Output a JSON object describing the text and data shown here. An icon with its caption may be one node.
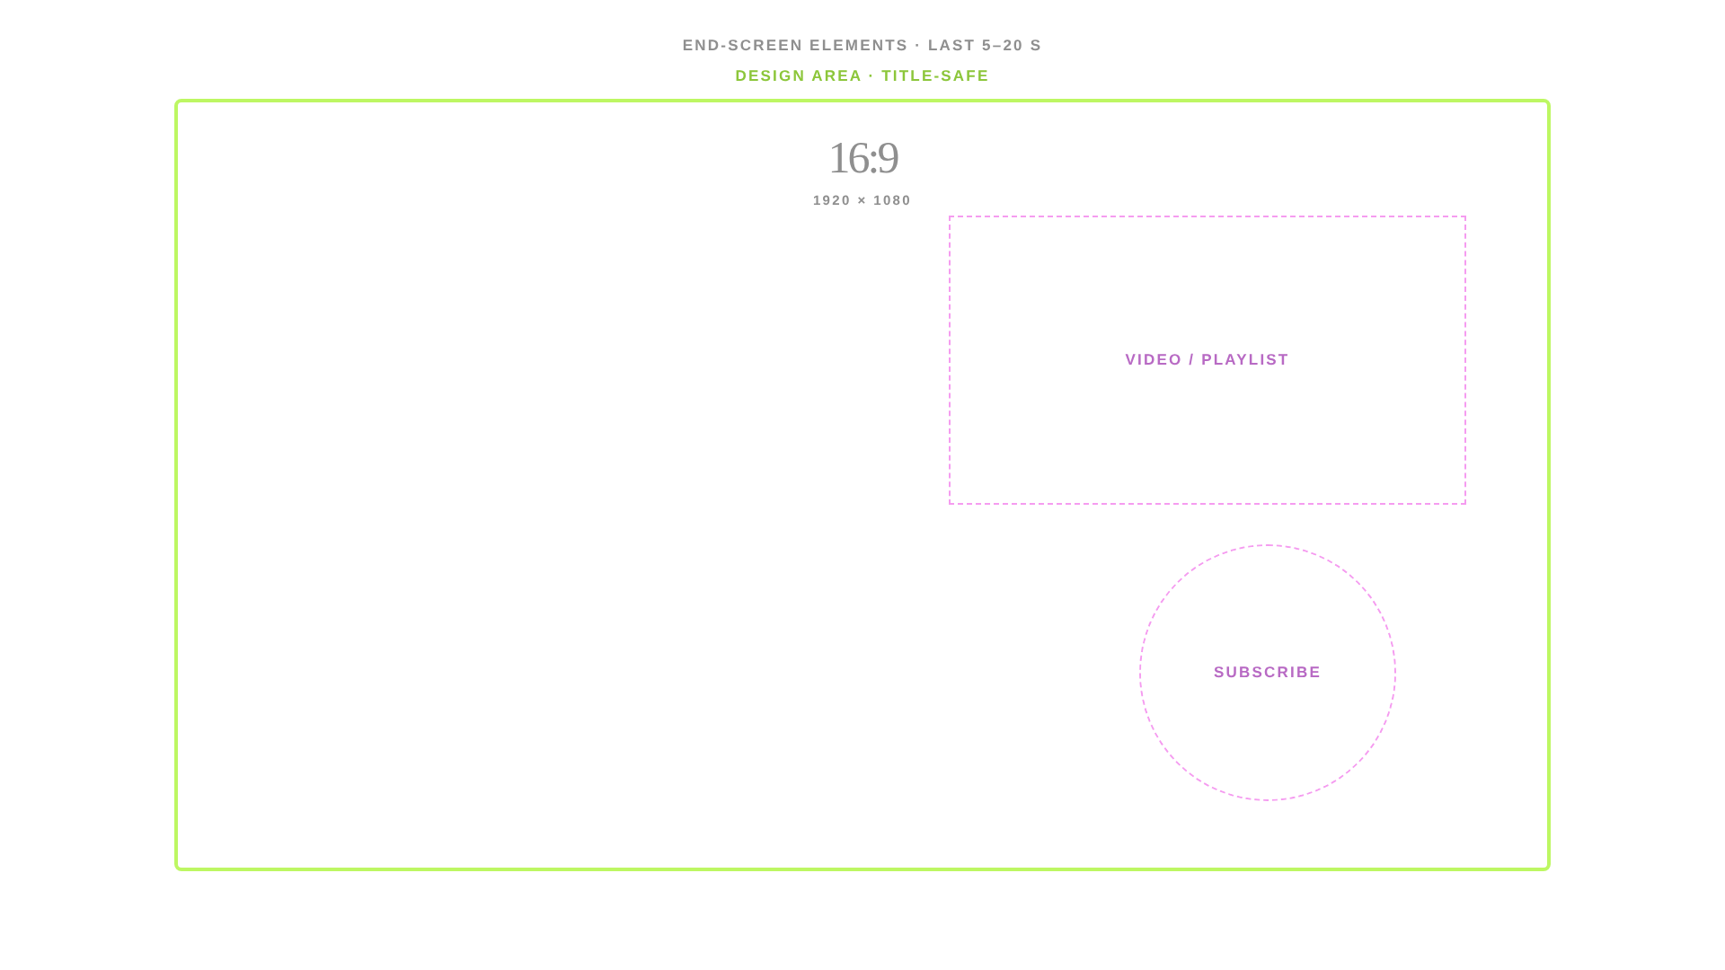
{
  "diagram": {
    "title": "END-SCREEN ELEMENTS · LAST 5–20 S",
    "nodes": [
      {
        "text": [
          "DESIGN AREA · TITLE-SAFE",
          "16:9",
          "1920 × 1080"
        ]
      },
      {
        "text": [
          "VIDEO / PLAYLIST"
        ],
        "in": 0
      },
      {
        "text": [
          "SUBSCRIBE"
        ],
        "in": 0
      }
    ]
  }
}
